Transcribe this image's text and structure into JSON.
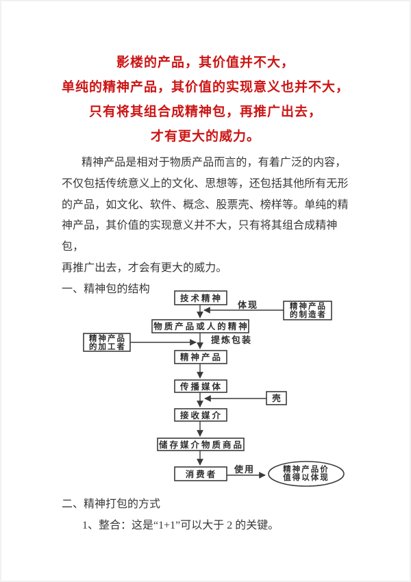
{
  "doc": {
    "title_lines": [
      "影楼的产品，其价值并不大，",
      "单纯的精神产品，其价值的实现意义也并不大，",
      "只有将其组合成精神包，再推广出去，",
      "才有更大的威力。"
    ],
    "paragraph_lines": [
      "精神产品是相对于物质产品而言的，有着广泛的内容，",
      "不仅包括传统意义上的文化、思想等，还包括其他所有无形",
      "的产品，如文化、软件、概念、股票壳、榜样等。单纯的精",
      "神产品，其价值的实现意义并不大，只有将其组合成精神包，",
      "再推广出去，才会有更大的威力。"
    ],
    "section1_heading": "一、精神包的结构",
    "section2_heading": "二、精神打包的方式",
    "item1": "1、整合：这是“1+1”可以大于 2 的关键。"
  },
  "colors": {
    "title_red": "#cc1414",
    "body_text": "#383838",
    "diagram_line": "#3a3a3a",
    "page_background": "#ffffff"
  },
  "flowchart": {
    "nodes": {
      "tech": {
        "label": "技术精神"
      },
      "maker": {
        "line1": "精神产品",
        "line2": "的制造者"
      },
      "material": {
        "label": "物质产品或人的精神"
      },
      "processor": {
        "line1": "精神产品",
        "line2": "的加工者"
      },
      "product": {
        "label": "精神产品"
      },
      "media": {
        "label": "传播媒体"
      },
      "shell": {
        "label": "壳"
      },
      "receiver": {
        "label": "接收媒介"
      },
      "storage": {
        "label": "储存媒介物质商品"
      },
      "consumer": {
        "label": "消费者"
      },
      "result": {
        "line1": "精神产品价",
        "line2": "值得以体现"
      }
    },
    "edge_labels": {
      "embody": "体现",
      "refine": "提炼包装",
      "use": "使用"
    }
  }
}
